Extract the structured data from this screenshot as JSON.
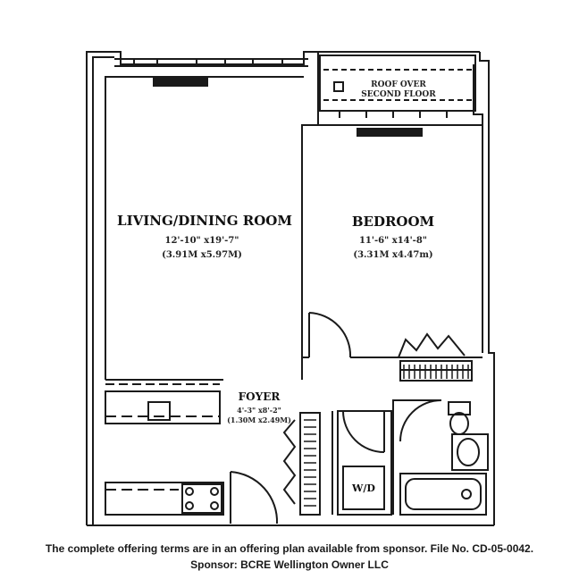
{
  "rooms": {
    "living": {
      "name": "LIVING/DINING ROOM",
      "dim_imperial": "12'-10\" x19'-7\"",
      "dim_metric": "(3.91M x5.97M)"
    },
    "bedroom": {
      "name": "BEDROOM",
      "dim_imperial": "11'-6\" x14'-8\"",
      "dim_metric": "(3.31M x4.47m)"
    },
    "foyer": {
      "name": "FOYER",
      "dim_imperial": "4'-3\" x8'-2\"",
      "dim_metric": "(1.30M x2.49M)"
    }
  },
  "roof": {
    "line1": "ROOF OVER",
    "line2": "SECOND FLOOR"
  },
  "washer_dryer": "W/D",
  "caption": {
    "line1": "The complete offering terms are in an offering plan available from sponsor. File No. CD-05-0042.",
    "line2": "Sponsor: BCRE Wellington Owner LLC"
  }
}
